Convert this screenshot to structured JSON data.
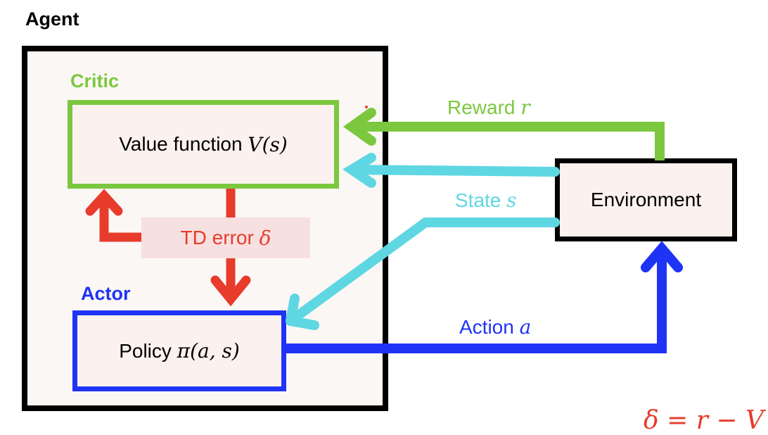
{
  "agent": {
    "label": "Agent"
  },
  "critic": {
    "label": "Critic",
    "box_text": "Value function ",
    "box_math": "V(s)"
  },
  "actor": {
    "label": "Actor",
    "box_text": "Policy ",
    "box_math": "π(a, s)"
  },
  "environment": {
    "label": "Environment"
  },
  "edges": {
    "reward": {
      "text": "Reward ",
      "math": "r"
    },
    "state": {
      "text": "State ",
      "math": "s"
    },
    "action": {
      "text": "Action ",
      "math": "a"
    },
    "td_error": {
      "text": "TD error ",
      "math": "δ"
    }
  },
  "formula": "δ = r − V",
  "colors": {
    "critic": "#7bc83f",
    "actor": "#1f33f5",
    "state": "#5fd7e3",
    "td_error": "#e73b2c",
    "agent_border": "#000000"
  }
}
